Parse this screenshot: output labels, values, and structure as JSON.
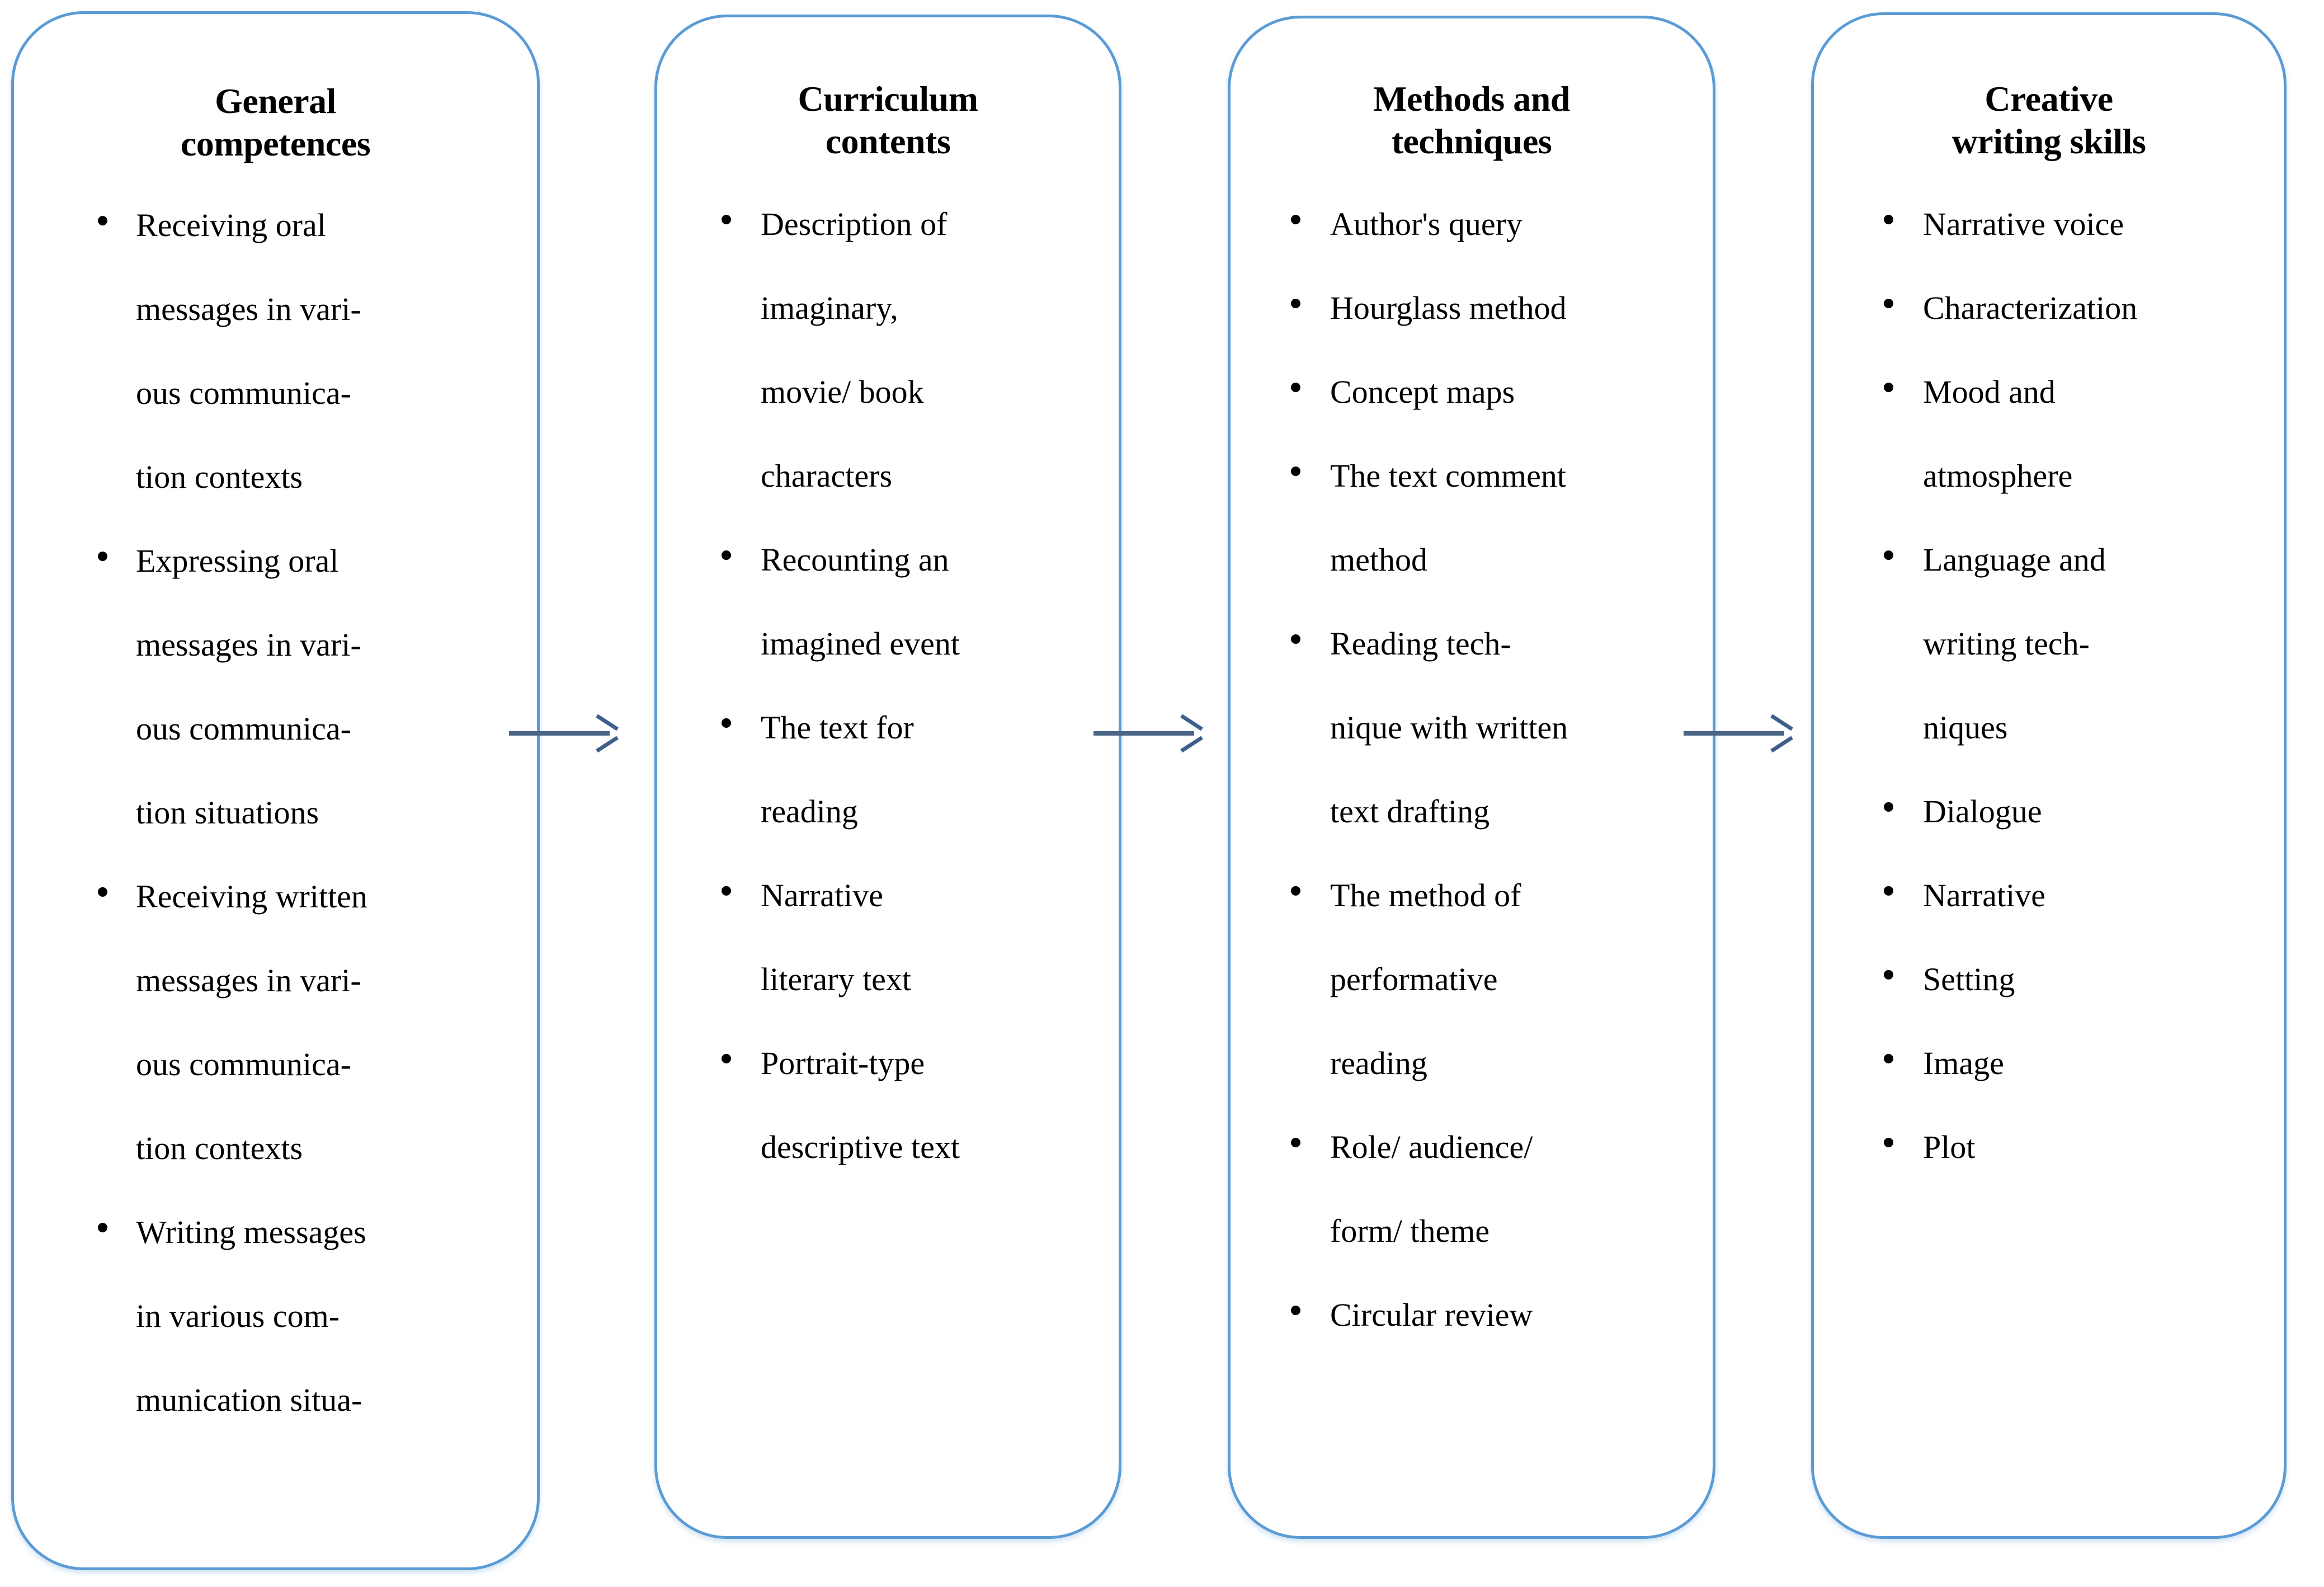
{
  "diagram": {
    "title": "Creative writing instructional flow",
    "accent_color": "#5B9BD5",
    "arrow_color": "#4A6585",
    "text_color": "#000000",
    "background_color": "#FFFFFF",
    "stages": [
      {
        "id": "general-competences",
        "title": "General\ncompetences",
        "items": [
          "Receiving  oral\nmessages  in  vari-\nous  communica-\ntion contexts",
          "Expressing  oral\nmessages  in  vari-\nous  communica-\ntion situations",
          "Receiving  written\nmessages  in  vari-\nous  communica-\ntion contexts",
          "Writing messages\nin  various  com-\nmunication situa-"
        ]
      },
      {
        "id": "curriculum-contents",
        "title": "Curriculum\ncontents",
        "items": [
          "Description  of\nimaginary,\nmovie/ book\ncharacters",
          "Recounting an\nimagined event",
          "The text for\nreading",
          "Narrative\nliterary text",
          "Portrait-type\ndescriptive text"
        ]
      },
      {
        "id": "methods-and-techniques",
        "title": "Methods and\ntechniques",
        "items": [
          "Author's  query",
          "Hourglass  method",
          "Concept  maps",
          "The  text  comment\nmethod",
          "Reading  tech-\nnique with written\ntext drafting",
          "The  method  of\nperformative\nreading",
          "Role/ audience/\nform/ theme",
          "Circular review"
        ]
      },
      {
        "id": "creative-writing-skills",
        "title": "Creative\nwriting skills",
        "items": [
          "Narrative voice",
          "Characterization",
          "Mood and\natmosphere",
          "Language and\nwriting  tech-\nniques",
          "Dialogue",
          "Narrative",
          "Setting",
          "Image",
          "Plot"
        ]
      }
    ],
    "connectors": [
      {
        "id": "connector-1",
        "from": "general-competences",
        "to": "curriculum-contents",
        "glyph": "arrow-right-icon"
      },
      {
        "id": "connector-2",
        "from": "curriculum-contents",
        "to": "methods-and-techniques",
        "glyph": "arrow-right-icon"
      },
      {
        "id": "connector-3",
        "from": "methods-and-techniques",
        "to": "creative-writing-skills",
        "glyph": "arrow-right-icon"
      }
    ]
  }
}
